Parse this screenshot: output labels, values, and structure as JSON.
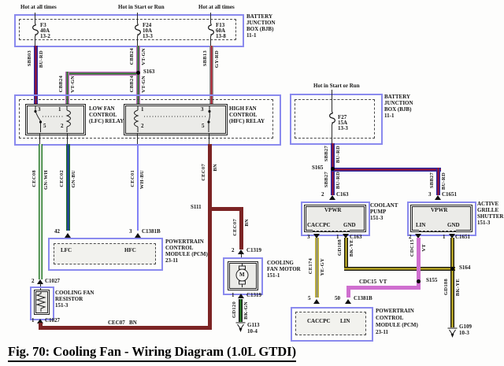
{
  "figure": {
    "title": "Fig. 70: Cooling Fan - Wiring Diagram (1.0L GTDI)"
  },
  "palette": {
    "box_blue": "#8a8aee",
    "wire_brown": "#7c2424",
    "wire_violet": "#cf6fcf",
    "wire_blue": "#2a2aa2",
    "wire_red": "#a01028",
    "wire_green": "#267a26",
    "wire_yellow": "#c2b232",
    "wire_black": "#1c1c14"
  },
  "hot": {
    "l": "Hot at all times",
    "m": "Hot in Start or Run",
    "r": "Hot at all times",
    "f27": "Hot in Start or Run"
  },
  "bjb": {
    "l1": "BATTERY",
    "l2": "JUNCTION",
    "l3": "BOX (BJB)",
    "l4": "11-1"
  },
  "fuses": {
    "f3": {
      "n": "F3",
      "a": "40A",
      "r": "13-2"
    },
    "f24": {
      "n": "F24",
      "a": "10A",
      "r": "13-3"
    },
    "f13": {
      "n": "F13",
      "a": "60A",
      "r": "13-8"
    },
    "f27": {
      "n": "F27",
      "a": "15A",
      "r": "13-3"
    }
  },
  "relay": {
    "lfc": {
      "l1": "LOW FAN",
      "l2": "CONTROL",
      "l3": "(LFC) RELAY"
    },
    "hfc": {
      "l1": "HIGH FAN",
      "l2": "CONTROL",
      "l3": "(HFC) RELAY"
    }
  },
  "pins": {
    "p1": "1",
    "p2": "2",
    "p3": "3",
    "p5": "5",
    "p42": "42",
    "p50": "50"
  },
  "wires": {
    "sbb03": {
      "c": "SBB03",
      "cl": "BU-RD"
    },
    "cbb24": {
      "c": "CBB24",
      "cl": "VT-GN"
    },
    "sbb13": {
      "c": "SBB13",
      "cl": "GY-RD"
    },
    "cec08": {
      "c": "CEC08",
      "cl": "GN-WH"
    },
    "cec02": {
      "c": "CEC02",
      "cl": "GN-BU"
    },
    "cec01": {
      "c": "CEC01",
      "cl": "WH-BU"
    },
    "cec07": {
      "c": "CEC07",
      "cl": "BN"
    },
    "cec07h": "CEC07   BN",
    "sbb27": {
      "c": "SBB27",
      "cl": "BU-RD"
    },
    "ce174": {
      "c": "CE174",
      "cl": "YE-GY"
    },
    "gd188": {
      "c": "GD188",
      "cl": "BK-YE"
    },
    "cdc15": {
      "c": "CDC15",
      "cl": "VT"
    },
    "cdc15h": "CDC15  VT",
    "gd120": {
      "c": "GD120",
      "cl": "BK-GN"
    }
  },
  "spl": {
    "s163": "S163",
    "s165": "S165",
    "s111": "S111",
    "s155": "S155",
    "s164": "S164"
  },
  "conn": {
    "c1381b": "C1381B",
    "c1027": "C1027",
    "c1319": "C1319",
    "c163": "C163",
    "c1651": "C1651"
  },
  "pcm": {
    "l1": "POWERTRAIN",
    "l2": "CONTROL",
    "l3": "MODULE (PCM)",
    "l4": "23-11",
    "lfc": "LFC",
    "hfc": "HFC",
    "caccpc": "CACCPC",
    "lin": "LIN"
  },
  "res": {
    "l1": "COOLING FAN",
    "l2": "RESISTOR",
    "l3": "151-3"
  },
  "mot": {
    "l1": "COOLING",
    "l2": "FAN MOTOR",
    "l3": "151-1",
    "m": "M"
  },
  "pump": {
    "l1": "COOLANT",
    "l2": "PUMP",
    "l3": "151-3",
    "vpwr": "VPWR",
    "caccpc": "CACCPC",
    "gnd": "GND"
  },
  "shut": {
    "l1": "ACTIVE",
    "l2": "GRILLE",
    "l3": "SHUTTER",
    "l4": "151-3",
    "vpwr": "VPWR",
    "lin": "LIN",
    "gnd": "GND"
  },
  "gnd": {
    "g113": {
      "n": "G113",
      "r": "10-4"
    },
    "g109": {
      "n": "G109",
      "r": "10-3"
    }
  }
}
